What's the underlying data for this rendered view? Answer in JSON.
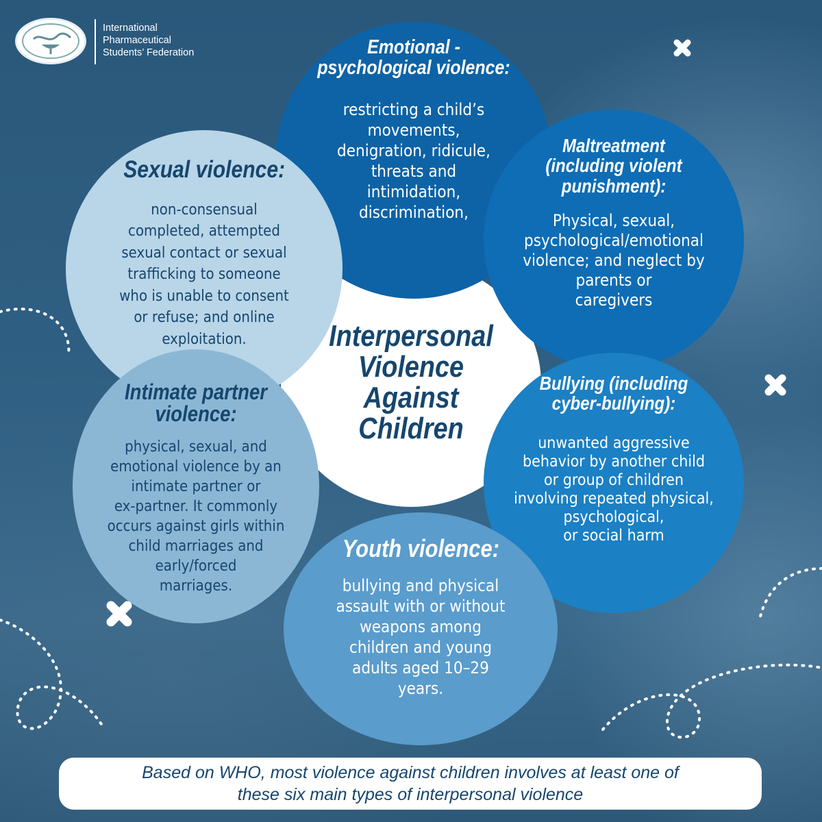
{
  "logo": {
    "org_lines": [
      "International",
      "Pharmaceutical",
      "Students’ Federation"
    ]
  },
  "center": {
    "title_lines": [
      "Interpersonal",
      "Violence",
      "Against",
      "Children"
    ]
  },
  "types": {
    "emotional": {
      "title_lines": [
        "Emotional -",
        "psychological violence:"
      ],
      "body_lines": [
        "restricting a child’s",
        "movements,",
        "denigration, ridicule,",
        "threats and",
        "intimidation,",
        "discrimination,"
      ]
    },
    "sexual": {
      "title_lines": [
        "Sexual violence:"
      ],
      "body_lines": [
        "non-consensual",
        "completed, attempted",
        "sexual contact or sexual",
        "trafficking to someone",
        "who is unable to consent",
        "or refuse; and online",
        "exploitation."
      ]
    },
    "maltreatment": {
      "title_lines": [
        "Maltreatment",
        "(including violent",
        "punishment):"
      ],
      "body_lines": [
        "Physical, sexual,",
        "psychological/emotional",
        "violence; and neglect by",
        "parents or",
        "caregivers"
      ]
    },
    "intimate": {
      "title_lines": [
        "Intimate partner",
        "violence:"
      ],
      "body_lines": [
        "physical, sexual, and",
        "emotional violence by an",
        "intimate partner or",
        "ex-partner. It commonly",
        "occurs against girls within",
        "child marriages and",
        "early/forced",
        "marriages."
      ]
    },
    "bullying": {
      "title_lines": [
        "Bullying (including",
        "cyber-bullying):"
      ],
      "body_lines": [
        "unwanted aggressive",
        "behavior by another child",
        "or group of children",
        "involving repeated physical,",
        "psychological,",
        "or social harm"
      ]
    },
    "youth": {
      "title_lines": [
        "Youth violence:"
      ],
      "body_lines": [
        "bullying and physical",
        "assault with or without",
        "weapons among",
        "children and young",
        "adults aged 10–29",
        "years."
      ]
    }
  },
  "footer": {
    "lines": [
      "Based on WHO, most violence against children involves at least one of",
      "these six main types of interpersonal violence"
    ]
  },
  "colors": {
    "background": "#2c5a7c",
    "dark_text": "#16466e",
    "emotional": "#0d63a6",
    "sexual": "#b9d5e8",
    "maltreatment": "#0e6db5",
    "intimate": "#8bb7d5",
    "bullying": "#1b80c4",
    "youth": "#5a9ccc"
  }
}
